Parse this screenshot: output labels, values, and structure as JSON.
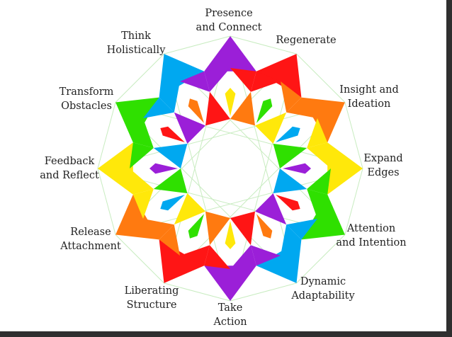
{
  "colors": {
    "purple": "#9b1fd8",
    "red": "#ff1515",
    "orange": "#ff7a10",
    "yellow": "#ffe80a",
    "green": "#2fe000",
    "blue": "#00a8f0",
    "guide": "#c8ecc0"
  },
  "points": [
    {
      "label": [
        "Presence",
        "and Connect"
      ],
      "color": "purple"
    },
    {
      "label": [
        "Regenerate"
      ],
      "color": "red"
    },
    {
      "label": [
        "Insight and",
        "Ideation"
      ],
      "color": "orange"
    },
    {
      "label": [
        "Expand",
        "Edges"
      ],
      "color": "yellow"
    },
    {
      "label": [
        "Attention",
        "and Intention"
      ],
      "color": "green"
    },
    {
      "label": [
        "Dynamic",
        "Adaptability"
      ],
      "color": "blue"
    },
    {
      "label": [
        "Take",
        "Action"
      ],
      "color": "purple"
    },
    {
      "label": [
        "Liberating",
        "Structure"
      ],
      "color": "red"
    },
    {
      "label": [
        "Release",
        "Attachment"
      ],
      "color": "orange"
    },
    {
      "label": [
        "Feedback",
        "and Reflect"
      ],
      "color": "yellow"
    },
    {
      "label": [
        "Transform",
        "Obstacles"
      ],
      "color": "green"
    },
    {
      "label": [
        "Think",
        "Holistically"
      ],
      "color": "blue"
    }
  ]
}
